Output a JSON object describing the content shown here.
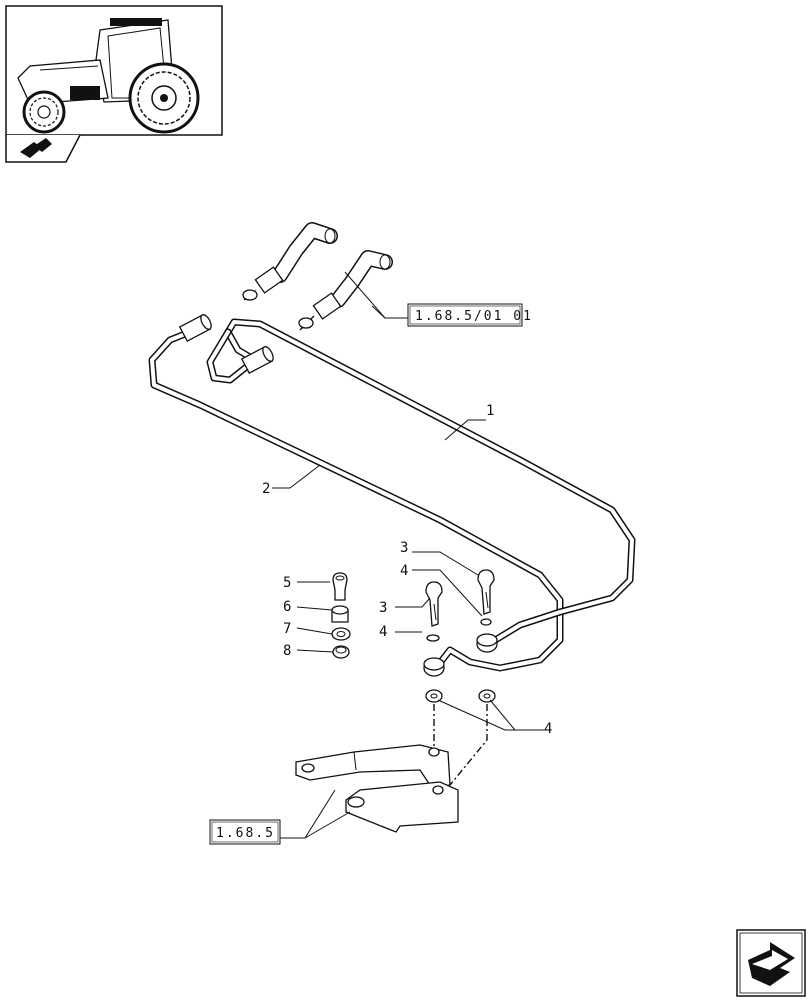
{
  "callouts": {
    "item_1": "1",
    "item_2": "2",
    "item_3a": "3",
    "item_4a": "4",
    "item_3b": "3",
    "item_4b": "4",
    "item_4c": "4",
    "item_5": "5",
    "item_6": "6",
    "item_7": "7",
    "item_8": "8"
  },
  "references": {
    "upper": "1.68.5/01 01",
    "lower": "1.68.5"
  },
  "icons": {
    "thumbnail": "tractor-thumbnail-icon",
    "section": "section-symbol-icon",
    "next_page": "next-page-arrow-icon"
  }
}
